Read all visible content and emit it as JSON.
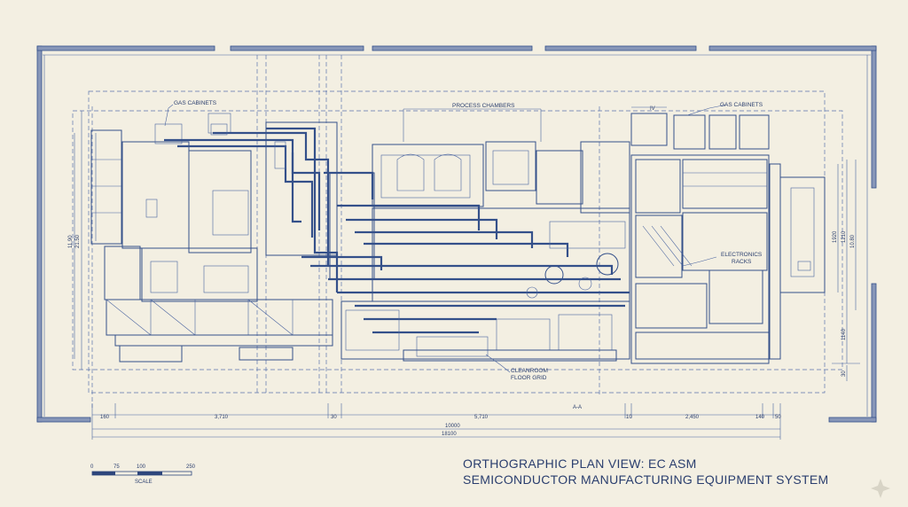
{
  "labels": {
    "gas_cabinets_left": "GAS CABINETS",
    "gas_cabinets_right": "GAS CABINETS",
    "process_chambers": "PROCESS CHAMBERS",
    "electronics_line1": "ELECTRONICS",
    "electronics_line2": "RACKS",
    "cleanroom_line1": "CLEANROOM",
    "cleanroom_line2": "FLOOR GRID",
    "section_mark": "A-A",
    "marker_iv": "IV"
  },
  "dimensions": {
    "bottom_row1": [
      "160",
      "3,710",
      "30",
      "5,710",
      "10",
      "2,450",
      "140",
      "50"
    ],
    "bottom_row2": "10000",
    "bottom_row3": "18100",
    "left_vertical": [
      "11.90",
      "21.50"
    ],
    "right_vertical": [
      "1920",
      "1210",
      "10.80",
      "1140",
      "30"
    ]
  },
  "scale": {
    "ticks": [
      "0",
      "75",
      "100",
      "250"
    ],
    "label": "SCALE"
  },
  "title": {
    "line1": "ORTHOGRAPHIC PLAN VIEW: EC ASM",
    "line2": "SEMICONDUCTOR MANUFACTURING EQUIPMENT SYSTEM"
  },
  "colors": {
    "paper": "#f3efe2",
    "ink": "#34508a"
  }
}
